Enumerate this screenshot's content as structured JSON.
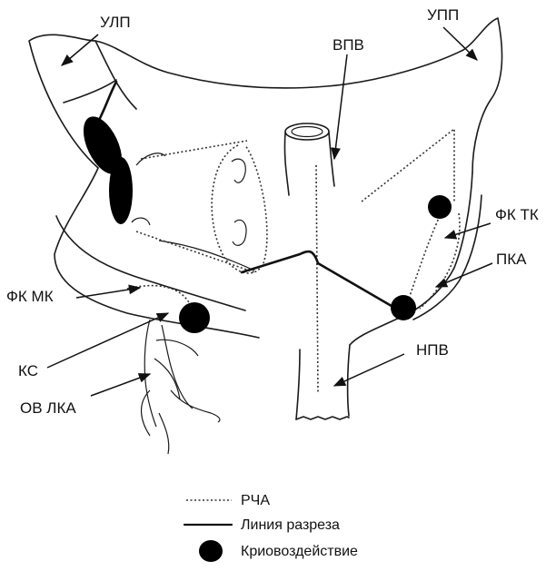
{
  "labels": {
    "ulp": "УЛП",
    "upp": "УПП",
    "vpv": "ВПВ",
    "fk_tk": "ФК ТК",
    "pka": "ПКА",
    "fk_mk": "ФК МК",
    "ks": "КС",
    "npv": "НПВ",
    "ov_lka": "ОВ ЛКА"
  },
  "legend": {
    "rfa": "РЧА",
    "cut_line": "Линия разреза",
    "cryo": "Криовоздействие"
  },
  "colors": {
    "ink": "#111111",
    "background": "#ffffff"
  }
}
